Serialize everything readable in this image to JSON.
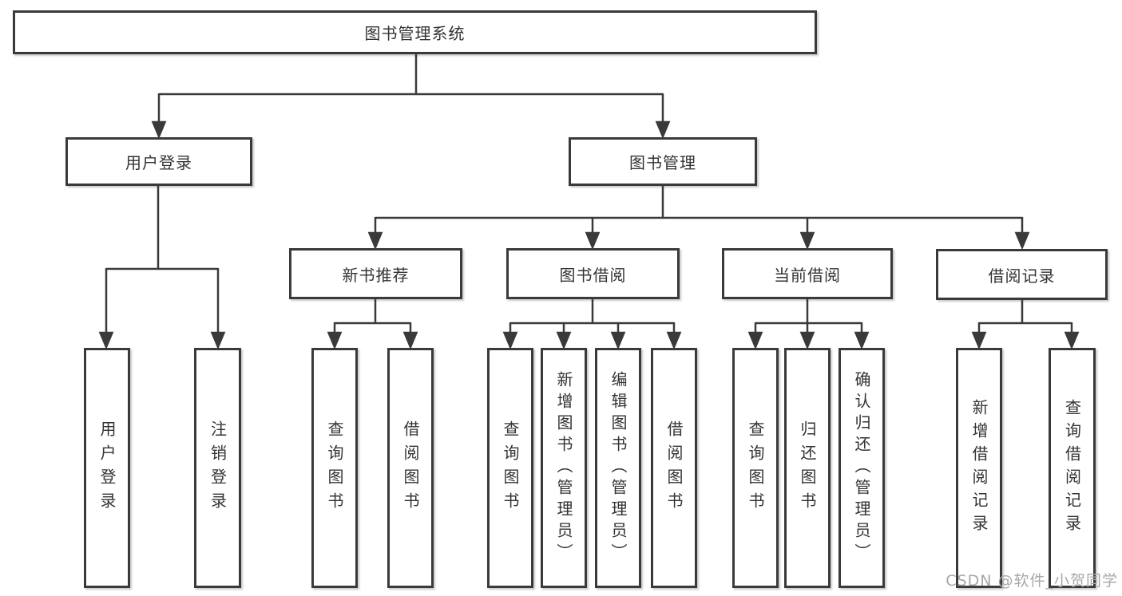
{
  "diagram": {
    "title": "图书管理系统",
    "level2": {
      "user_login": "用户登录",
      "book_mgmt": "图书管理"
    },
    "level3": {
      "new_book_rec": "新书推荐",
      "book_borrow": "图书借阅",
      "current_borrow": "当前借阅",
      "borrow_record": "借阅记录"
    },
    "leaves": {
      "user_login": "用户登录",
      "logout": "注销登录",
      "rec_query_book": "查询图书",
      "rec_borrow_book": "借阅图书",
      "bor_query_book": "查询图书",
      "bor_add_book": "新增图书（管理员）",
      "bor_edit_book": "编辑图书（管理员）",
      "bor_borrow_book": "借阅图书",
      "cur_query_book": "查询图书",
      "cur_return_book": "归还图书",
      "cur_confirm_return": "确认归还（管理员）",
      "log_add_record": "新增借阅记录",
      "log_query_record": "查询借阅记录"
    }
  },
  "watermark": "CSDN @软件_小贺同学",
  "colors": {
    "line": "#3a3a3a",
    "box_border": "#3a3a3a",
    "box_fill": "#ffffff",
    "text": "#333333",
    "watermark": "#a8a8a8",
    "background": "#ffffff"
  }
}
